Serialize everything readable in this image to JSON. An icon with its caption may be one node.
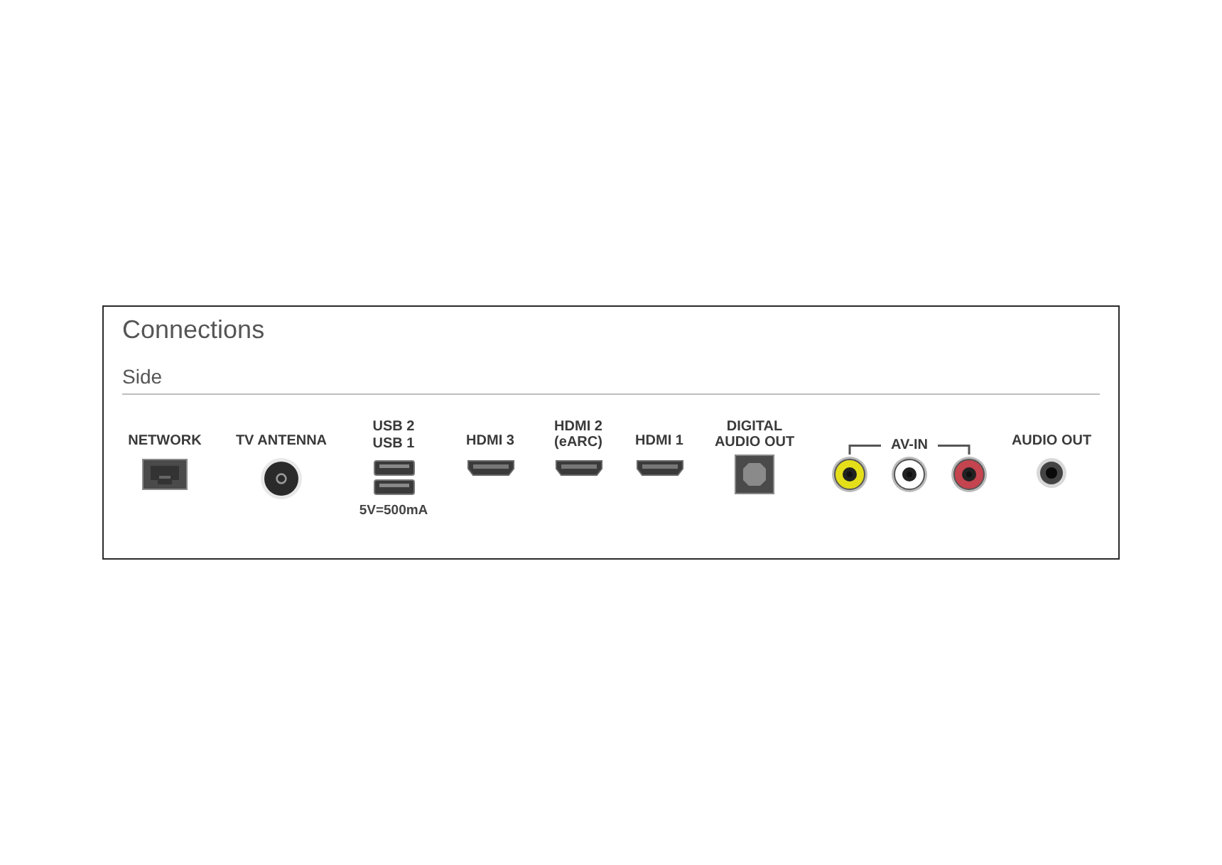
{
  "diagram": {
    "title": "Connections",
    "labels": [
      "Side",
      "NETWORK",
      "TV ANTENNA",
      "USB 2",
      "USB 1",
      "5V=500mA",
      "HDMI 3",
      "HDMI 2 (eARC)",
      "HDMI 1",
      "DIGITAL AUDIO OUT",
      "AV-IN",
      "AUDIO OUT"
    ]
  }
}
